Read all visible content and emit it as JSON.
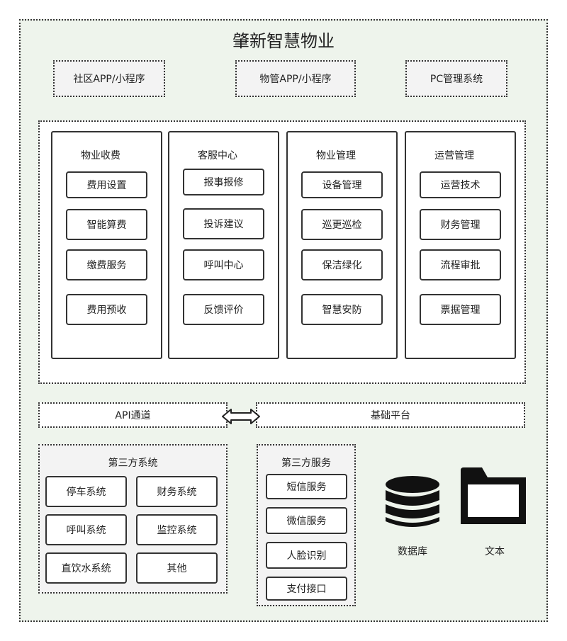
{
  "title": "肇新智慧物业",
  "clients": [
    "社区APP/小程序",
    "物管APP/小程序",
    "PC管理系统"
  ],
  "modules": [
    {
      "title": "物业收费",
      "items": [
        "费用设置",
        "智能算费",
        "缴费服务",
        "费用预收"
      ]
    },
    {
      "title": "客服中心",
      "items": [
        "报事报修",
        "投诉建议",
        "呼叫中心",
        "反馈评价"
      ]
    },
    {
      "title": "物业管理",
      "items": [
        "设备管理",
        "巡更巡检",
        "保洁绿化",
        "智慧安防"
      ]
    },
    {
      "title": "运营管理",
      "items": [
        "运营技术",
        "财务管理",
        "流程审批",
        "票据管理"
      ]
    }
  ],
  "api_channel": "API通道",
  "base_platform": "基础平台",
  "third_party_systems": {
    "title": "第三方系统",
    "items": [
      "停车系统",
      "财务系统",
      "呼叫系统",
      "监控系统",
      "直饮水系统",
      "其他"
    ]
  },
  "third_party_services": {
    "title": "第三方服务",
    "items": [
      "短信服务",
      "微信服务",
      "人脸识别",
      "支付接口"
    ]
  },
  "database_label": "数据库",
  "text_label": "文本",
  "icons": {
    "database": "database-icon",
    "folder": "folder-icon",
    "arrow": "double-arrow-icon"
  }
}
